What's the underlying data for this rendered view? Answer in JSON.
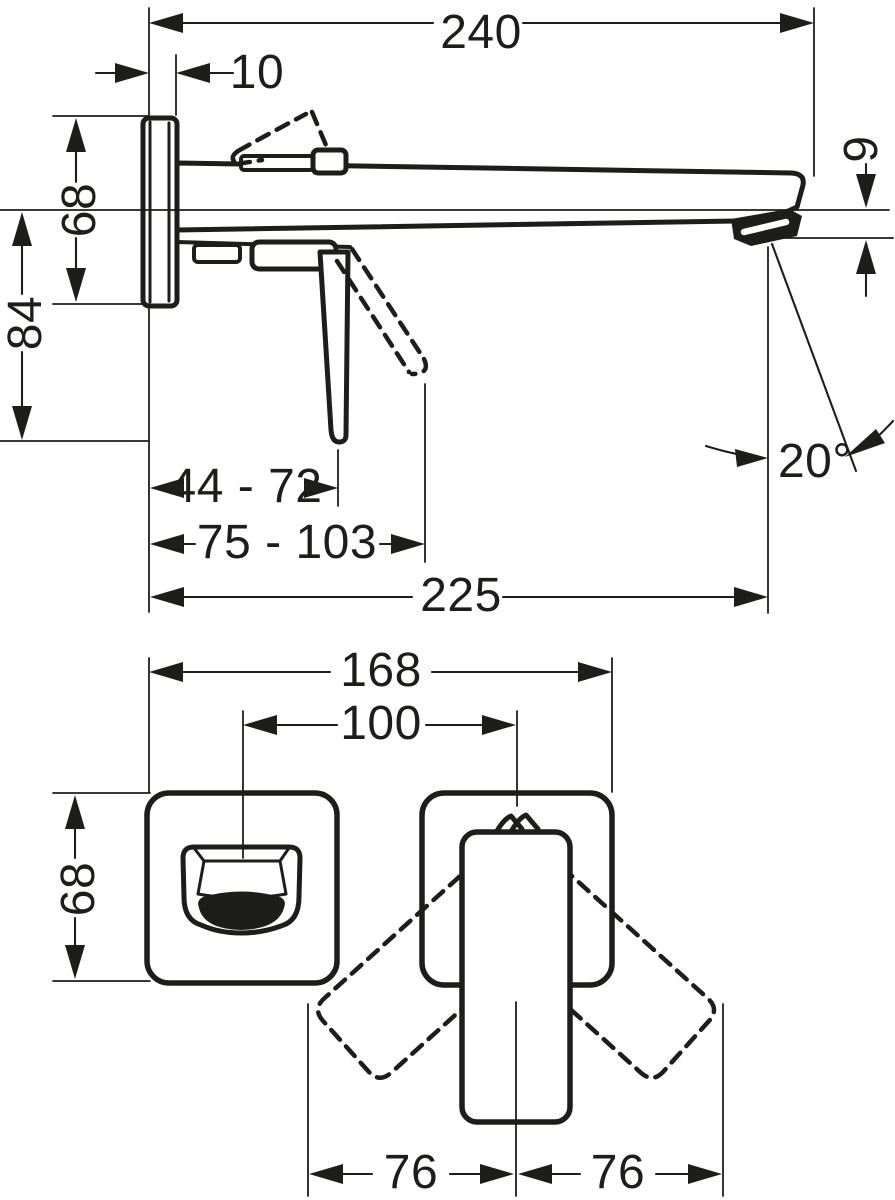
{
  "drawing": {
    "type": "technical-dimension-drawing",
    "subject": "wall-mounted single-lever basin mixer, side view and front view",
    "colors": {
      "ink": "#1d1d1b",
      "background": "#ffffff"
    },
    "dims": {
      "d240": "240",
      "d10": "10",
      "d68_side": "68",
      "d84": "84",
      "d9": "9",
      "d44_72": "44 - 72",
      "d75_103": "75 - 103",
      "d225": "225",
      "d20": "20°",
      "d168": "168",
      "d100": "100",
      "d68_front": "68",
      "d76_left": "76",
      "d76_right": "76"
    }
  }
}
